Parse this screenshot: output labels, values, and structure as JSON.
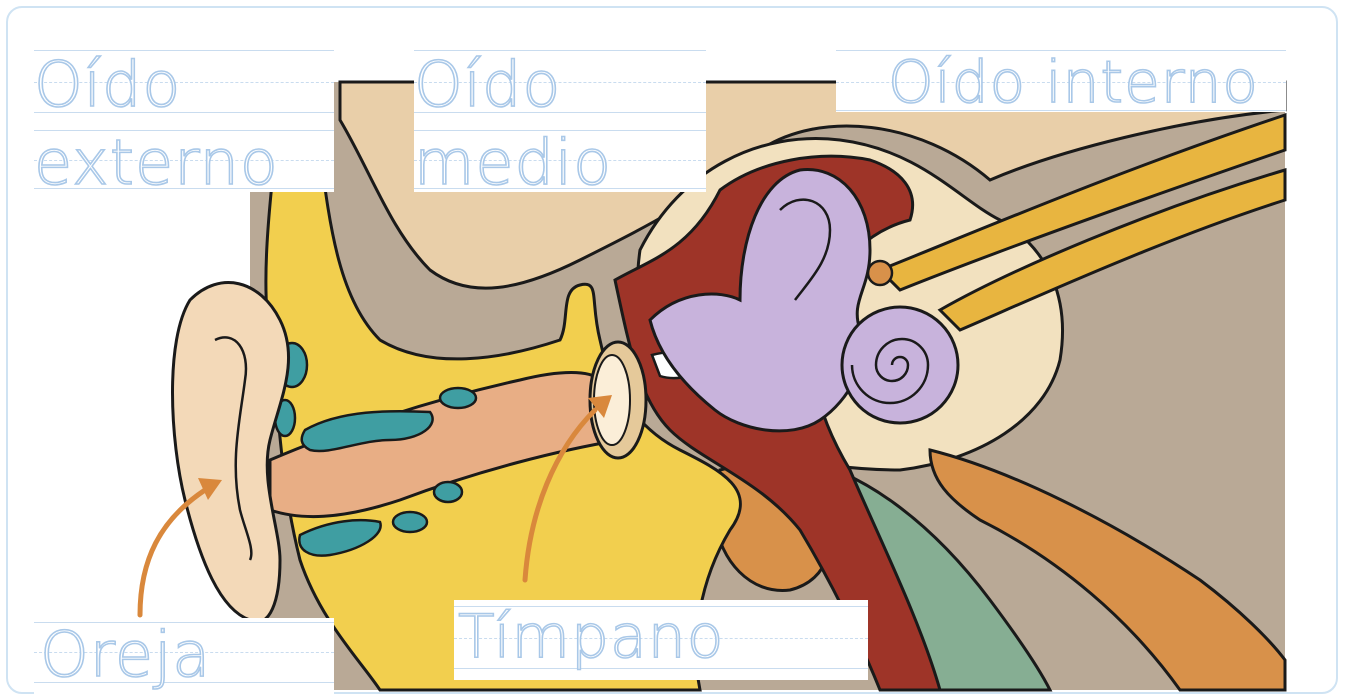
{
  "labels": {
    "oido_externo_line1": "Oído",
    "oido_externo_line2": "externo",
    "oido_medio_line1": "Oído",
    "oido_medio_line2": "medio",
    "oido_interno": "Oído interno",
    "oreja": "Oreja",
    "timpano": "Tímpano"
  },
  "colors": {
    "frame_border": "#cfe3f3",
    "label_outline": "#a9c8e8",
    "arrow": "#d9883c",
    "skin": "#f3d9b8",
    "cartilage": "#f2cf4e",
    "cochlea": "#c8b3dc",
    "muscle": "#9e3428",
    "bone_bg": "#b9a996",
    "nerve": "#e8b540",
    "tissue_green": "#86ae93",
    "tissue_orange": "#d8914a"
  },
  "icons": [
    "arrow-oreja-icon",
    "arrow-timpano-icon"
  ]
}
